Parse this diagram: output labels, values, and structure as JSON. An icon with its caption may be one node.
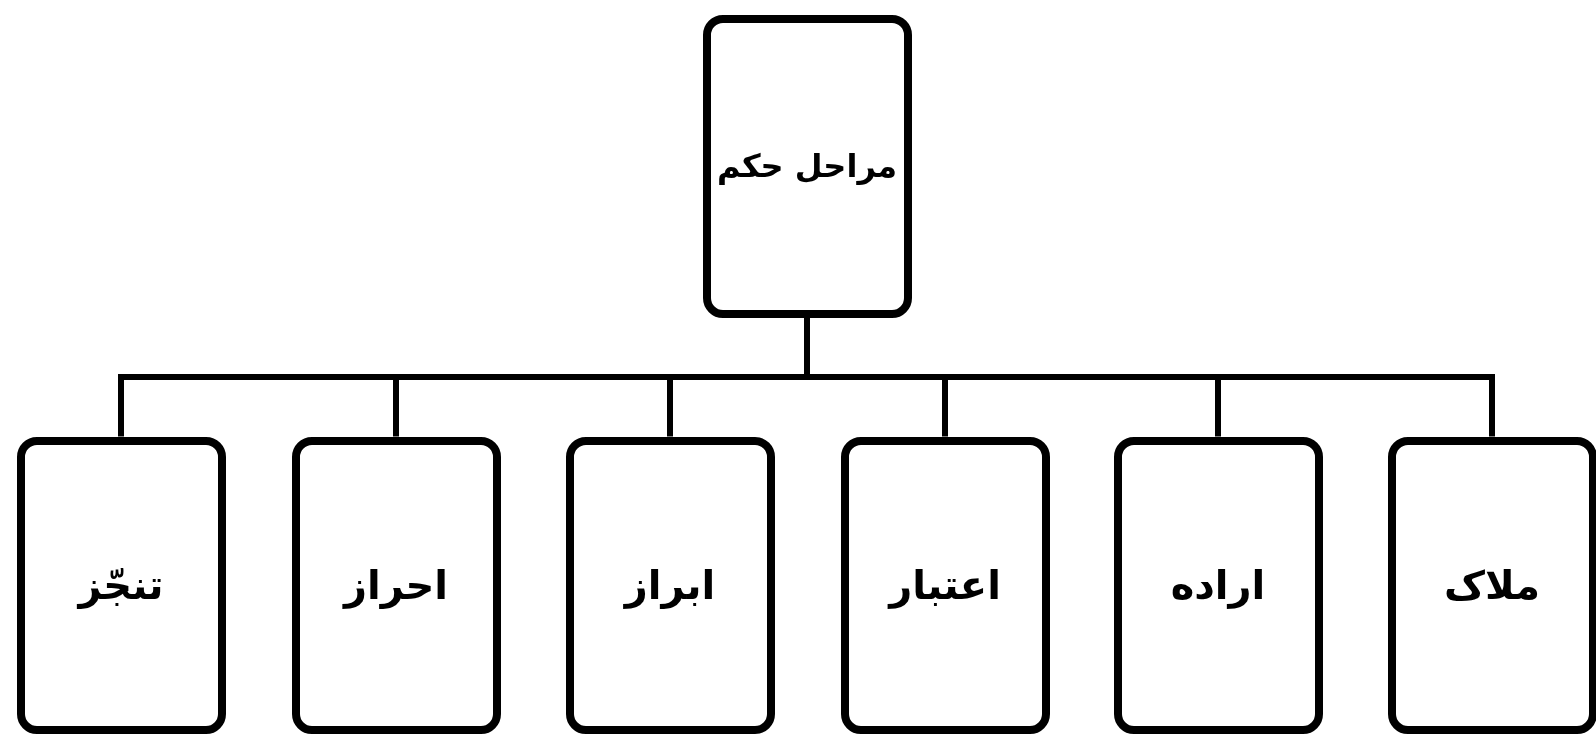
{
  "diagram": {
    "nodes": [
      {
        "text": [
          "مراحل حکم"
        ]
      },
      {
        "text": [
          "ملاک"
        ]
      },
      {
        "text": [
          "اراده"
        ]
      },
      {
        "text": [
          "اعتبار"
        ]
      },
      {
        "text": [
          "ابراز"
        ]
      },
      {
        "text": [
          "احراز"
        ]
      },
      {
        "text": [
          "تنجّز"
        ]
      }
    ],
    "edges": [
      {
        "from": 0,
        "to": 1,
        "arrow": "none"
      },
      {
        "from": 0,
        "to": 2,
        "arrow": "none"
      },
      {
        "from": 0,
        "to": 3,
        "arrow": "none"
      },
      {
        "from": 0,
        "to": 4,
        "arrow": "none"
      },
      {
        "from": 0,
        "to": 5,
        "arrow": "none"
      },
      {
        "from": 0,
        "to": 6,
        "arrow": "none"
      }
    ]
  }
}
